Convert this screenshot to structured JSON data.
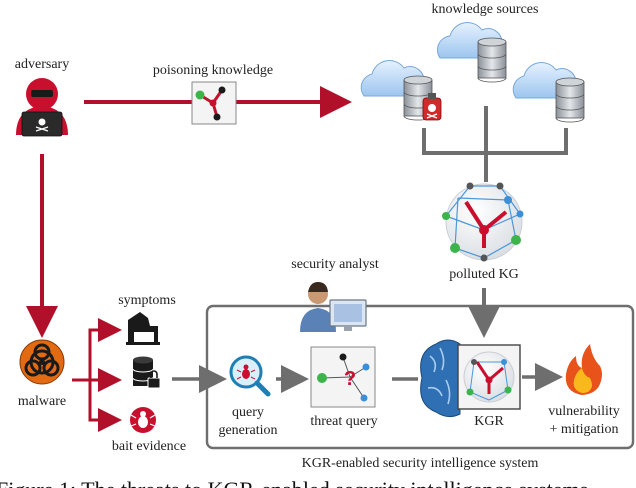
{
  "labels": {
    "knowledge_sources": "knowledge sources",
    "adversary": "adversary",
    "poisoning_knowledge": "poisoning knowledge",
    "polluted_kg": "polluted KG",
    "security_analyst": "security analyst",
    "symptoms": "symptoms",
    "malware": "malware",
    "bait_evidence": "bait evidence",
    "query_line1": "query",
    "query_line2": "generation",
    "threat_query": "threat query",
    "kgr": "KGR",
    "vulnerability_line1": "vulnerability",
    "vulnerability_line2": "+ mitigation",
    "system": "KGR-enabled security intelligence system",
    "query_mark": "?"
  },
  "caption": "Figure 1: The threats to KGR-enabled security intelligence systems.",
  "colors": {
    "attack_arrow": "#b0102a",
    "flow_gray": "#6e6e6e",
    "node_green": "#3cb44b",
    "node_blue": "#3a8fd8",
    "node_red": "#c8102e",
    "cloud": "#bcd8f5",
    "brain": "#2f6fb3"
  }
}
